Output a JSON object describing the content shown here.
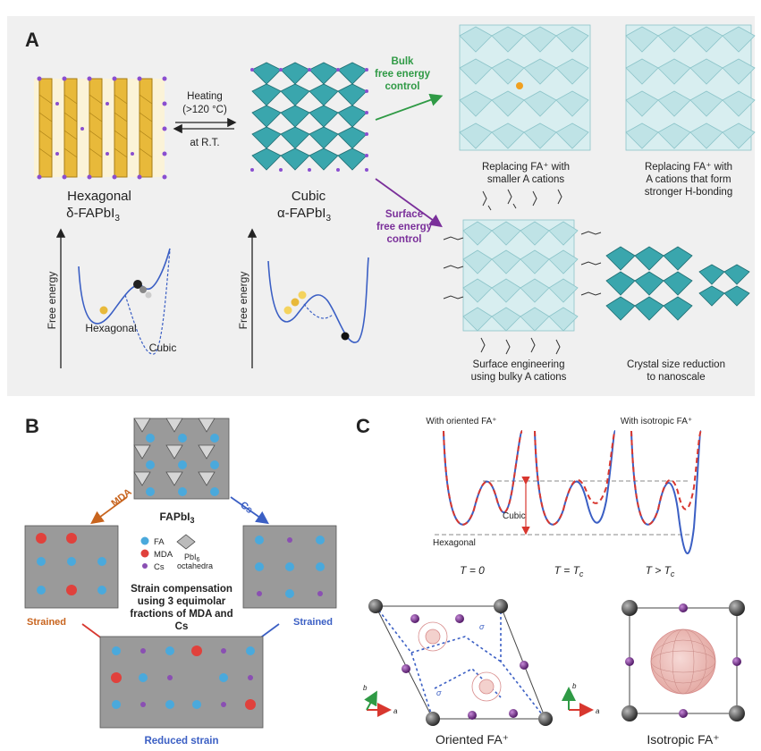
{
  "panelA": {
    "label": "A",
    "heating": "Heating",
    "heating_temp": "(>120 °C)",
    "at_rt": "at R.T.",
    "hex_name": "Hexagonal",
    "hex_formula": "δ-FAPbI",
    "hex_sub": "3",
    "cubic_name": "Cubic",
    "cubic_formula": "α-FAPbI",
    "cubic_sub": "3",
    "bulk_1": "Bulk",
    "bulk_2": "free energy",
    "bulk_3": "control",
    "surf_1": "Surface",
    "surf_2": "free energy",
    "surf_3": "control",
    "cap1_1": "Replacing FA⁺ with",
    "cap1_2": "smaller A cations",
    "cap2_1": "Replacing FA⁺ with",
    "cap2_2": "A cations that form",
    "cap2_3": "stronger H-bonding",
    "cap3_1": "Surface engineering",
    "cap3_2": "using bulky A cations",
    "cap4_1": "Crystal size reduction",
    "cap4_2": "to nanoscale",
    "free_energy": "Free energy",
    "plot_hex": "Hexagonal",
    "plot_cubic": "Cubic"
  },
  "panelB": {
    "label": "B",
    "center": "FAPbI",
    "center_sub": "3",
    "mda_arrow": "MDA",
    "cs_arrow": "Cs",
    "legend_fa": "FA",
    "legend_mda": "MDA",
    "legend_cs": "Cs",
    "legend_oct_1": "PbI",
    "legend_oct_sub": "6",
    "legend_oct_2": "octahedra",
    "strain_1": "Strain compensation",
    "strain_2": "using 3 equimolar",
    "strain_3": "fractions of MDA and",
    "strain_4": "Cs",
    "strained_left": "Strained",
    "strained_right": "Strained",
    "reduced": "Reduced strain"
  },
  "panelC": {
    "label": "C",
    "oriented_title": "With oriented FA⁺",
    "isotropic_title": "With isotropic FA⁺",
    "cubic": "Cubic",
    "hexagonal": "Hexagonal",
    "t0": "T = 0",
    "tc": "T = T",
    "tc_sub": "c",
    "tgt": "T > T",
    "tgt_sub": "c",
    "sigma": "σ",
    "oriented_caption": "Oriented FA⁺",
    "isotropic_caption": "Isotropic FA⁺",
    "axis_a": "a",
    "axis_b": "b"
  },
  "colors": {
    "yellow": "#e8b93a",
    "teal": "#3aa6ad",
    "lightteal": "#bfe3e6",
    "green": "#2f9a45",
    "purple": "#7a2f9a",
    "orange": "#c8641e",
    "blue": "#3b5fc4",
    "red": "#d8372f",
    "fa": "#4aa9dc",
    "mda": "#e0413c",
    "cs": "#8a4fb3",
    "grey": "#9a9a9a"
  }
}
